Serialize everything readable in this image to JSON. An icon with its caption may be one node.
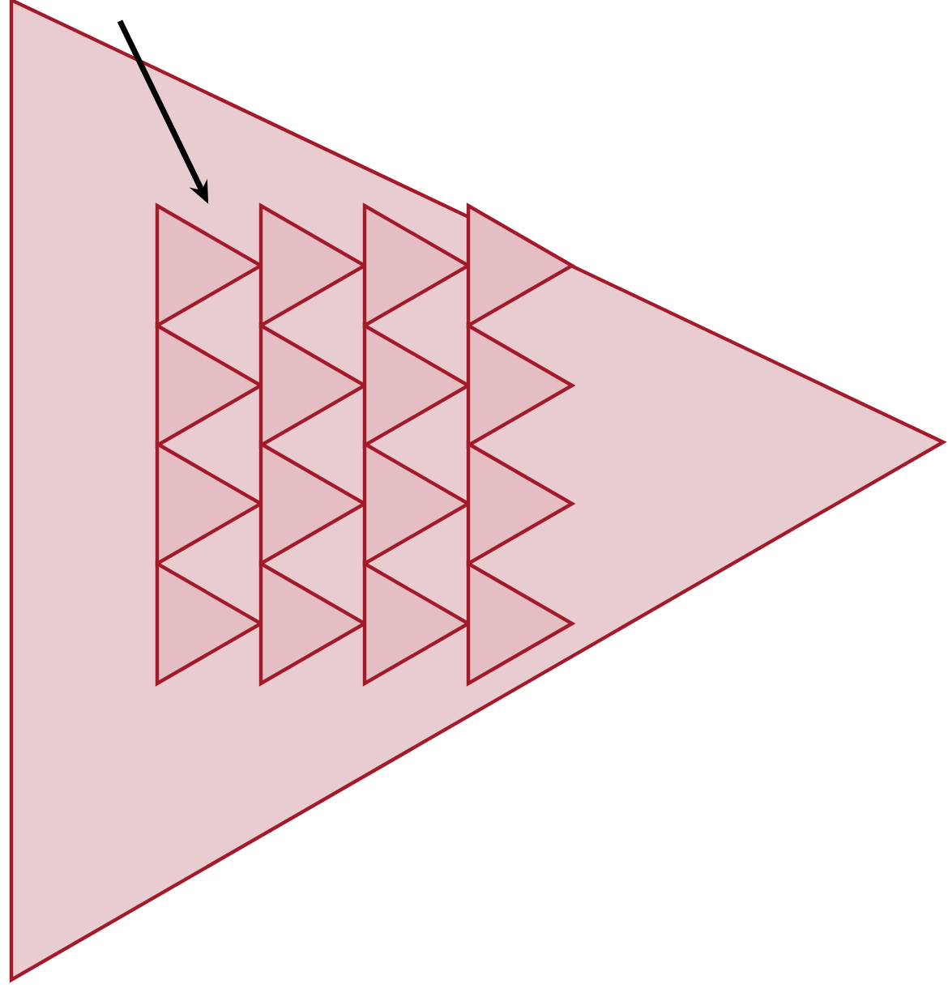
{
  "diagram": {
    "nodes": [
      {
        "text": [],
        "shape": "triangle"
      },
      {
        "text": [],
        "shape": "triangle",
        "in": 0
      },
      {
        "text": [],
        "shape": "triangle",
        "in": 0
      },
      {
        "text": [],
        "shape": "triangle",
        "in": 0
      },
      {
        "text": [],
        "shape": "triangle",
        "in": 0
      },
      {
        "text": [],
        "shape": "triangle",
        "in": 0
      },
      {
        "text": [],
        "shape": "triangle",
        "in": 0
      },
      {
        "text": [],
        "shape": "triangle",
        "in": 0
      },
      {
        "text": [],
        "shape": "triangle",
        "in": 0
      },
      {
        "text": [],
        "shape": "triangle",
        "in": 0
      },
      {
        "text": [],
        "shape": "triangle",
        "in": 0
      },
      {
        "text": [],
        "shape": "triangle",
        "in": 0
      },
      {
        "text": [],
        "shape": "triangle",
        "in": 0
      },
      {
        "text": [],
        "shape": "triangle",
        "in": 0
      },
      {
        "text": [],
        "shape": "triangle",
        "in": 0
      },
      {
        "text": [],
        "shape": "triangle",
        "in": 0
      },
      {
        "text": [],
        "shape": "triangle",
        "in": 0
      }
    ],
    "edges": [
      {
        "from": null,
        "to": 1,
        "arrow": "to"
      }
    ]
  }
}
